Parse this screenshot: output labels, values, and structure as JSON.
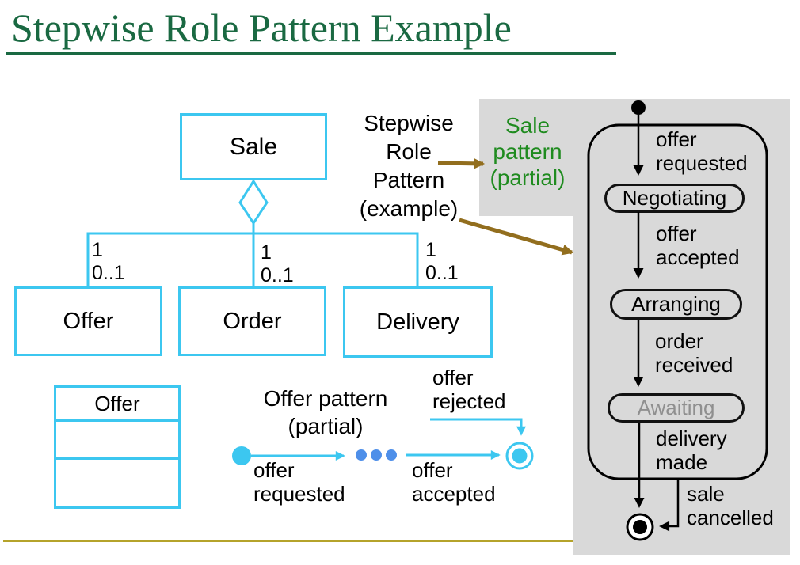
{
  "title": {
    "text": "Stepwise Role Pattern Example"
  },
  "class_diagram": {
    "sale_label": "Sale",
    "offer_label": "Offer",
    "order_label": "Order",
    "delivery_label": "Delivery",
    "mult_left": "1\n0..1",
    "mult_mid": "1\n0..1",
    "mult_right": "1\n0..1"
  },
  "notes": {
    "stepwise": "Stepwise\nRole\nPattern\n(example)",
    "sale_pattern": "Sale\npattern\n(partial)",
    "offer_pattern": "Offer pattern\n(partial)"
  },
  "offer_class": {
    "title": "Offer",
    "compartments": 3
  },
  "offer_statechart": {
    "t_requested": "offer\nrequested",
    "t_accepted": "offer\naccepted",
    "t_rejected": "offer\nrejected"
  },
  "sale_statechart": {
    "states": {
      "negotiating": "Negotiating",
      "arranging": "Arranging",
      "awaiting": "Awaiting"
    },
    "t_offer_requested": "offer\nrequested",
    "t_offer_accepted": "offer\naccepted",
    "t_order_received": "order\nreceived",
    "t_delivery_made": "delivery\nmade",
    "t_sale_cancelled": "sale\ncancelled"
  },
  "colors": {
    "cyan": "#3cc7f0",
    "ellipsis_dots_blue": "#4e8fe9",
    "title_green": "#1a6942",
    "note_green": "#1f8b1f",
    "arrow_brown": "#926e1e",
    "gold_line": "#b5a32b",
    "panel_gray": "#d9d9d9",
    "muted_state_gray": "#8f8f8f"
  }
}
